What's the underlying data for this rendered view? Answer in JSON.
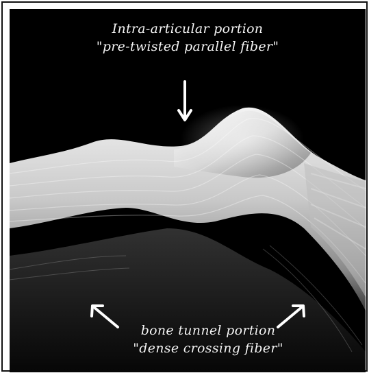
{
  "image": {
    "subject": "ligament",
    "top_caption": {
      "line1": "Intra-articular portion",
      "line2": "\"pre-twisted parallel fiber\""
    },
    "bottom_caption": {
      "line1": "bone tunnel portion",
      "line2": "\"dense crossing fiber\""
    },
    "colors": {
      "background": "#000000",
      "tissue": "#e8e8e8",
      "text": "#f4f4f4"
    },
    "icons": [
      "arrow-down-icon",
      "arrow-up-left-icon",
      "arrow-up-right-icon"
    ]
  }
}
